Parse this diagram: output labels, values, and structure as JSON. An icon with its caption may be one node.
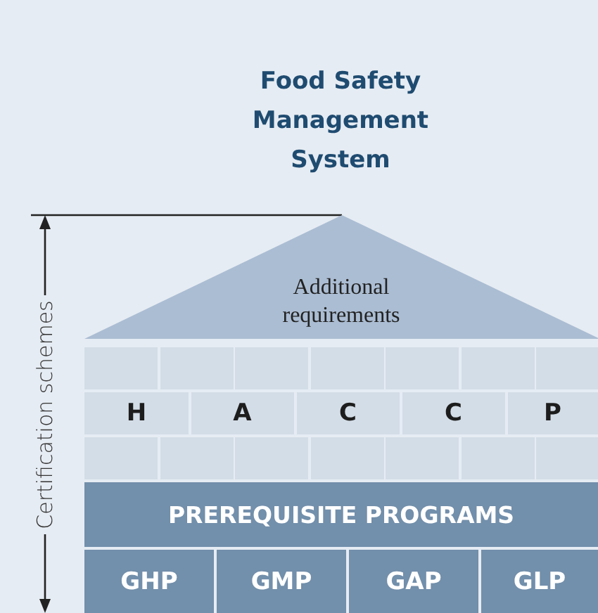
{
  "diagram": {
    "title": "Food Safety Management System",
    "nodes": [
      {
        "text": [
          "Additional requirements"
        ]
      },
      {
        "text": [
          "H"
        ]
      },
      {
        "text": [
          "A"
        ]
      },
      {
        "text": [
          "C"
        ]
      },
      {
        "text": [
          "C"
        ]
      },
      {
        "text": [
          "P"
        ]
      },
      {
        "text": [
          "PREREQUISITE PROGRAMS"
        ]
      },
      {
        "text": [
          "GHP"
        ]
      },
      {
        "text": [
          "GMP"
        ]
      },
      {
        "text": [
          "GAP"
        ]
      },
      {
        "text": [
          "GLP"
        ]
      }
    ],
    "edges": [],
    "labels": [
      "Certification schemes"
    ]
  }
}
